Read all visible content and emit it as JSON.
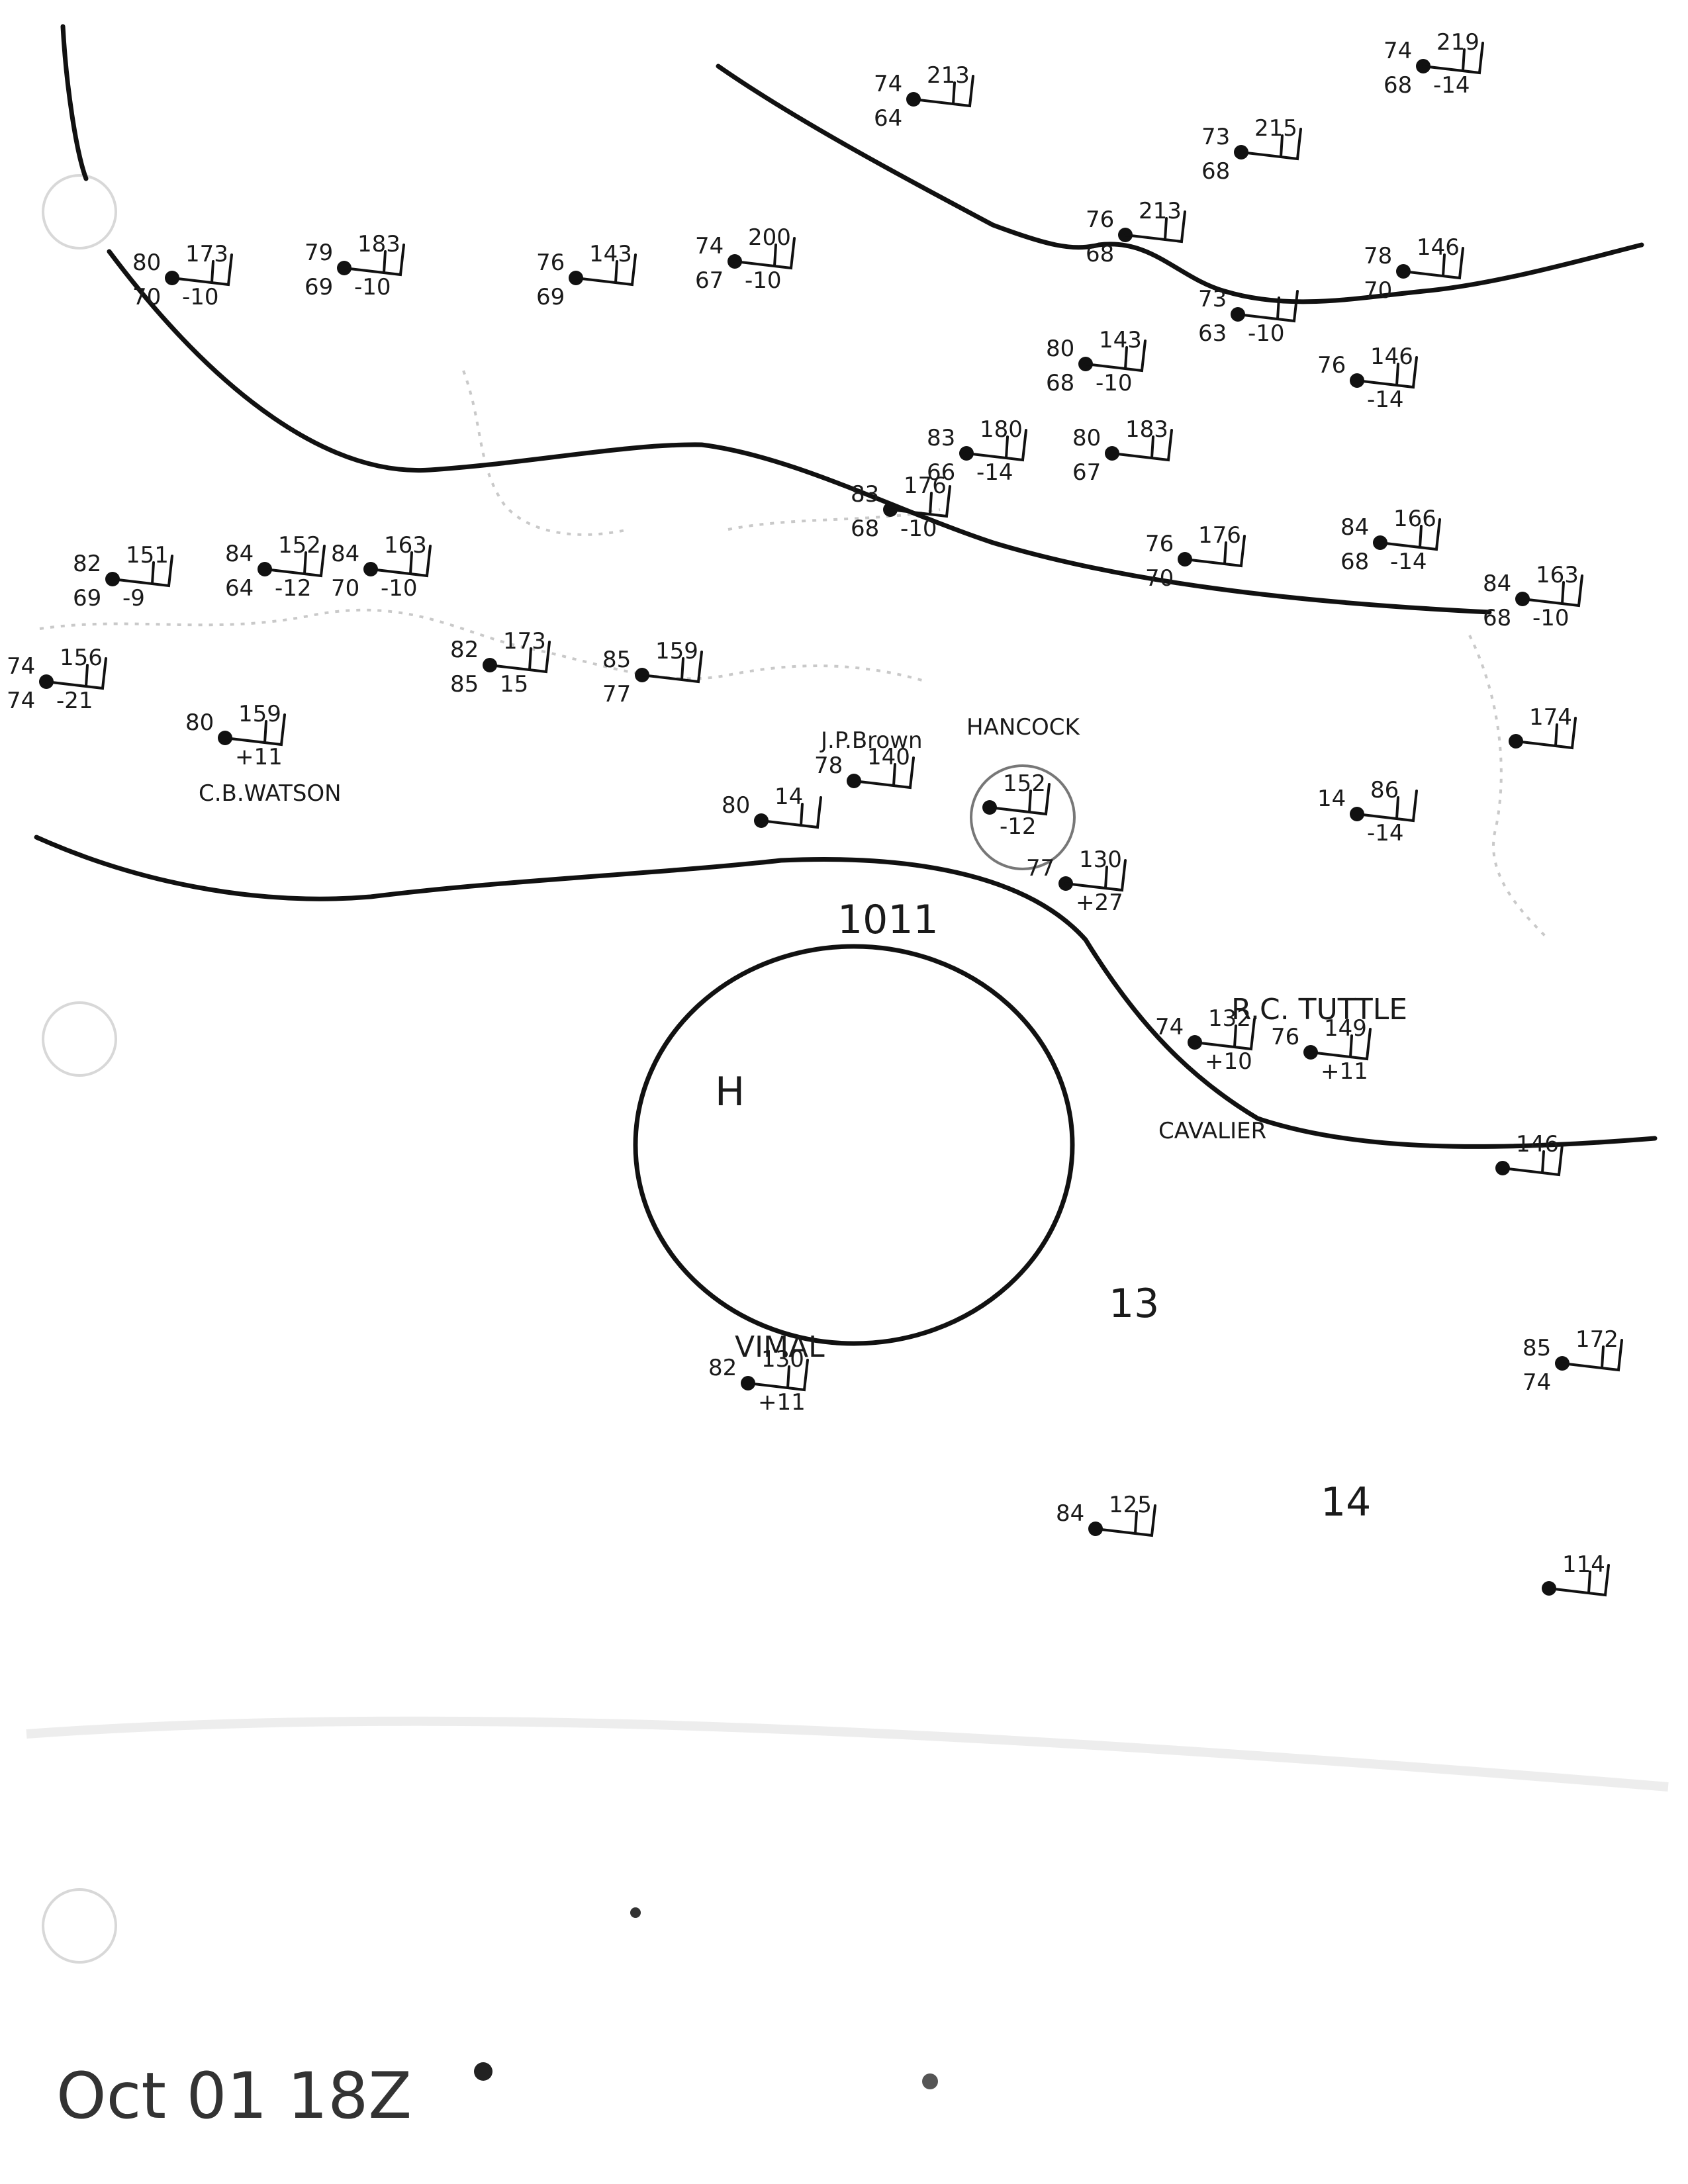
{
  "date_label": "Oct 01 18Z",
  "isobar_label": "1011",
  "high_center_label": "H",
  "ship_names": {
    "cb_watson": "C.B.WATSON",
    "rc_tuttle": "R.C. TUTTLE",
    "cavalier": "CAVALIER",
    "vimal": "VIMAL",
    "jp_brown": "J.P.Brown",
    "hancock": "HANCOCK"
  },
  "stations": [
    {
      "temp": "85",
      "pressure": "159",
      "dew": "77",
      "tend": ""
    },
    {
      "temp": "82",
      "pressure": "173",
      "dew": "85",
      "tend": "15"
    },
    {
      "temp": "80",
      "pressure": "159",
      "dew": "",
      "tend": "+11"
    },
    {
      "temp": "82",
      "pressure": "151",
      "dew": "69",
      "tend": "-9"
    },
    {
      "temp": "84",
      "pressure": "152",
      "dew": "64",
      "tend": "-12"
    },
    {
      "temp": "84",
      "pressure": "163",
      "dew": "70",
      "tend": "-10"
    },
    {
      "temp": "74",
      "pressure": "156",
      "dew": "74",
      "tend": "-21"
    },
    {
      "temp": "80",
      "pressure": "173",
      "dew": "70",
      "tend": "-10"
    },
    {
      "temp": "79",
      "pressure": "183",
      "dew": "69",
      "tend": "-10"
    },
    {
      "temp": "76",
      "pressure": "143",
      "dew": "69",
      "tend": ""
    },
    {
      "temp": "74",
      "pressure": "200",
      "dew": "67",
      "tend": "-10"
    },
    {
      "temp": "83",
      "pressure": "180",
      "dew": "66",
      "tend": "-14"
    },
    {
      "temp": "83",
      "pressure": "176",
      "dew": "68",
      "tend": "-10"
    },
    {
      "temp": "76",
      "pressure": "176",
      "dew": "70",
      "tend": ""
    },
    {
      "temp": "80",
      "pressure": "143",
      "dew": "68",
      "tend": "-10"
    },
    {
      "temp": "80",
      "pressure": "183",
      "dew": "67",
      "tend": ""
    },
    {
      "temp": "84",
      "pressure": "166",
      "dew": "68",
      "tend": "-14"
    },
    {
      "temp": "84",
      "pressure": "163",
      "dew": "68",
      "tend": "-10"
    },
    {
      "temp": "73",
      "pressure": "",
      "dew": "63",
      "tend": "-10"
    },
    {
      "temp": "76",
      "pressure": "213",
      "dew": "68",
      "tend": ""
    },
    {
      "temp": "74",
      "pressure": "213",
      "dew": "64",
      "tend": ""
    },
    {
      "temp": "74",
      "pressure": "219",
      "dew": "68",
      "tend": "-14"
    },
    {
      "temp": "73",
      "pressure": "215",
      "dew": "68",
      "tend": ""
    },
    {
      "temp": "78",
      "pressure": "146",
      "dew": "70",
      "tend": ""
    },
    {
      "temp": "76",
      "pressure": "146",
      "dew": "",
      "tend": "-14"
    },
    {
      "temp": "77",
      "pressure": "130",
      "dew": "",
      "tend": "+27"
    },
    {
      "temp": "74",
      "pressure": "132",
      "dew": "",
      "tend": "+10"
    },
    {
      "temp": "76",
      "pressure": "149",
      "dew": "",
      "tend": "+11"
    },
    {
      "temp": "82",
      "pressure": "130",
      "dew": "",
      "tend": "+11"
    },
    {
      "temp": "84",
      "pressure": "125",
      "dew": "",
      "tend": ""
    },
    {
      "temp": "",
      "pressure": "146",
      "dew": "",
      "tend": ""
    },
    {
      "temp": "80",
      "pressure": "14",
      "dew": "",
      "tend": ""
    },
    {
      "temp": "78",
      "pressure": "140",
      "dew": "",
      "tend": ""
    },
    {
      "temp": "",
      "pressure": "152",
      "dew": "",
      "tend": "-12"
    },
    {
      "temp": "",
      "pressure": "174",
      "dew": "",
      "tend": ""
    },
    {
      "temp": "85",
      "pressure": "172",
      "dew": "74",
      "tend": ""
    },
    {
      "temp": "14",
      "pressure": "86",
      "dew": "",
      "tend": "-14"
    },
    {
      "temp": "",
      "pressure": "114",
      "dew": "",
      "tend": ""
    }
  ],
  "wind_numbers": [
    "13",
    "14"
  ]
}
